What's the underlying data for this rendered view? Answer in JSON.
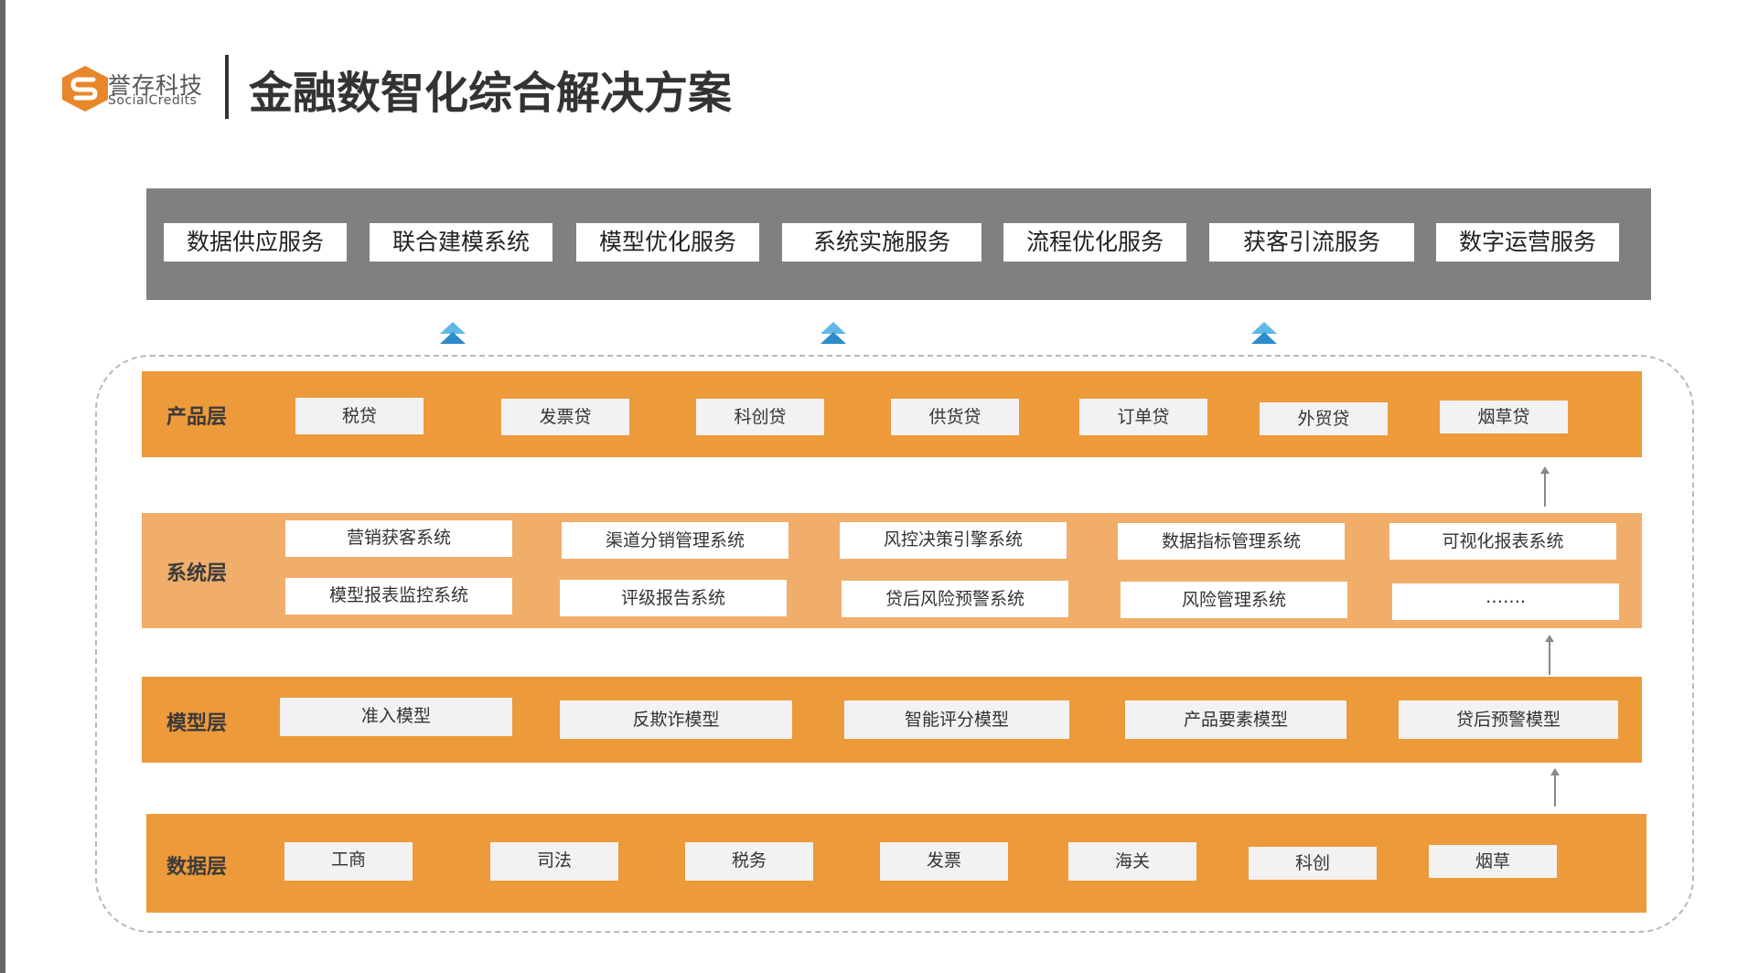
{
  "brand": {
    "name_cn": "誉存科技",
    "name_en": "SocialCredits"
  },
  "title": "金融数智化综合解决方案",
  "services": [
    "数据供应服务",
    "联合建模系统",
    "模型优化服务",
    "系统实施服务",
    "流程优化服务",
    "获客引流服务",
    "数字运营服务"
  ],
  "layers": {
    "product": {
      "title": "产品层",
      "items": [
        "税贷",
        "发票贷",
        "科创贷",
        "供货贷",
        "订单贷",
        "外贸贷",
        "烟草贷"
      ]
    },
    "system": {
      "title": "系统层",
      "row1": [
        "营销获客系统",
        "渠道分销管理系统",
        "风控决策引擎系统",
        "数据指标管理系统",
        "可视化报表系统"
      ],
      "row2": [
        "模型报表监控系统",
        "评级报告系统",
        "贷后风险预警系统",
        "风险管理系统",
        "……."
      ]
    },
    "model": {
      "title": "模型层",
      "items": [
        "准入模型",
        "反欺诈模型",
        "智能评分模型",
        "产品要素模型",
        "贷后预警模型"
      ]
    },
    "data": {
      "title": "数据层",
      "items": [
        "工商",
        "司法",
        "税务",
        "发票",
        "海关",
        "科创",
        "烟草"
      ]
    }
  },
  "colors": {
    "orange": "#ED9A3A",
    "system_orange": "#F0AE6A",
    "services_grey": "#808080",
    "arrow_blue_top": "#5FB8E6",
    "arrow_blue_bottom": "#2E8BC9",
    "logo_orange": "#E8862A"
  },
  "icons": [
    "logo-icon",
    "up-triangle-arrow-icon",
    "up-thin-arrow-icon"
  ]
}
